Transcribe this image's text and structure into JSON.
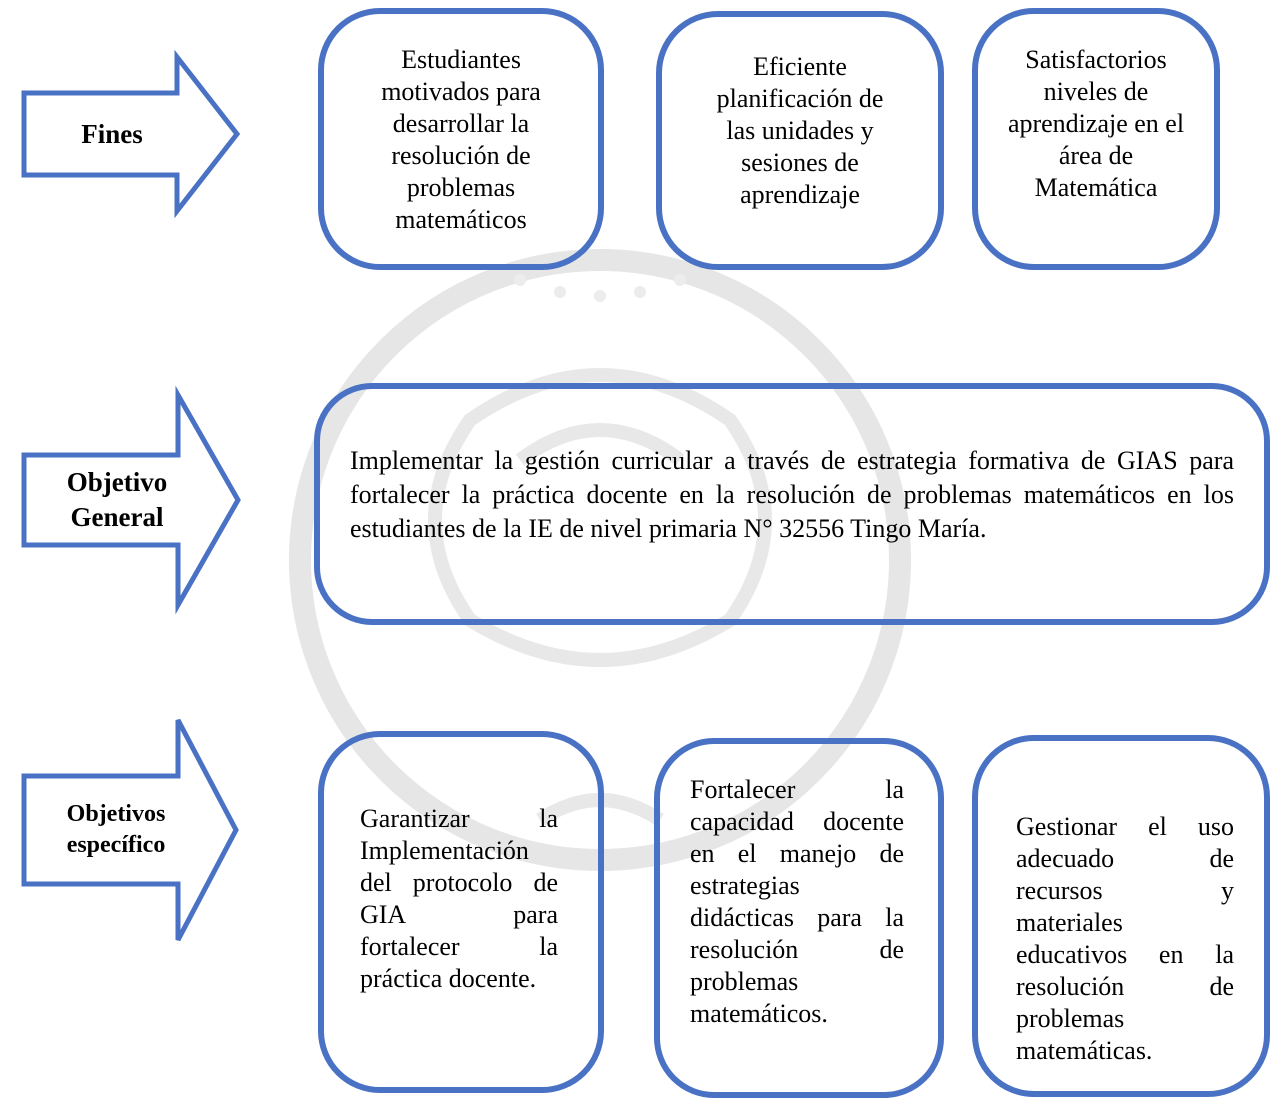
{
  "sections": {
    "fines": {
      "label": "Fines",
      "boxes": [
        "Estudiantes motivados para desarrollar la resolución de problemas matemáticos",
        "Eficiente planificación de las unidades y sesiones de aprendizaje",
        "Satisfactorios niveles de aprendizaje en el área de Matemática"
      ]
    },
    "objetivo_general": {
      "label_line1": "Objetivo",
      "label_line2": "General",
      "text": "Implementar la gestión curricular a través de estrategia formativa de GIAS para fortalecer la práctica docente en la resolución de problemas matemáticos en los estudiantes de la IE de nivel primaria N° 32556 Tingo María."
    },
    "objetivos_especificos": {
      "label_line1": "Objetivos",
      "label_line2": "específico",
      "boxes": [
        "Garantizar la Implementación del protocolo de GIA para fortalecer la práctica docente.",
        "Fortalecer la capacidad docente en el manejo de estrategias didácticas para la resolución de problemas matemáticos.",
        "Gestionar el uso adecuado de recursos y materiales educativos en la resolución de problemas matemáticas."
      ]
    }
  },
  "colors": {
    "border": "#4a72c4",
    "watermark": "#e3e3e3"
  }
}
